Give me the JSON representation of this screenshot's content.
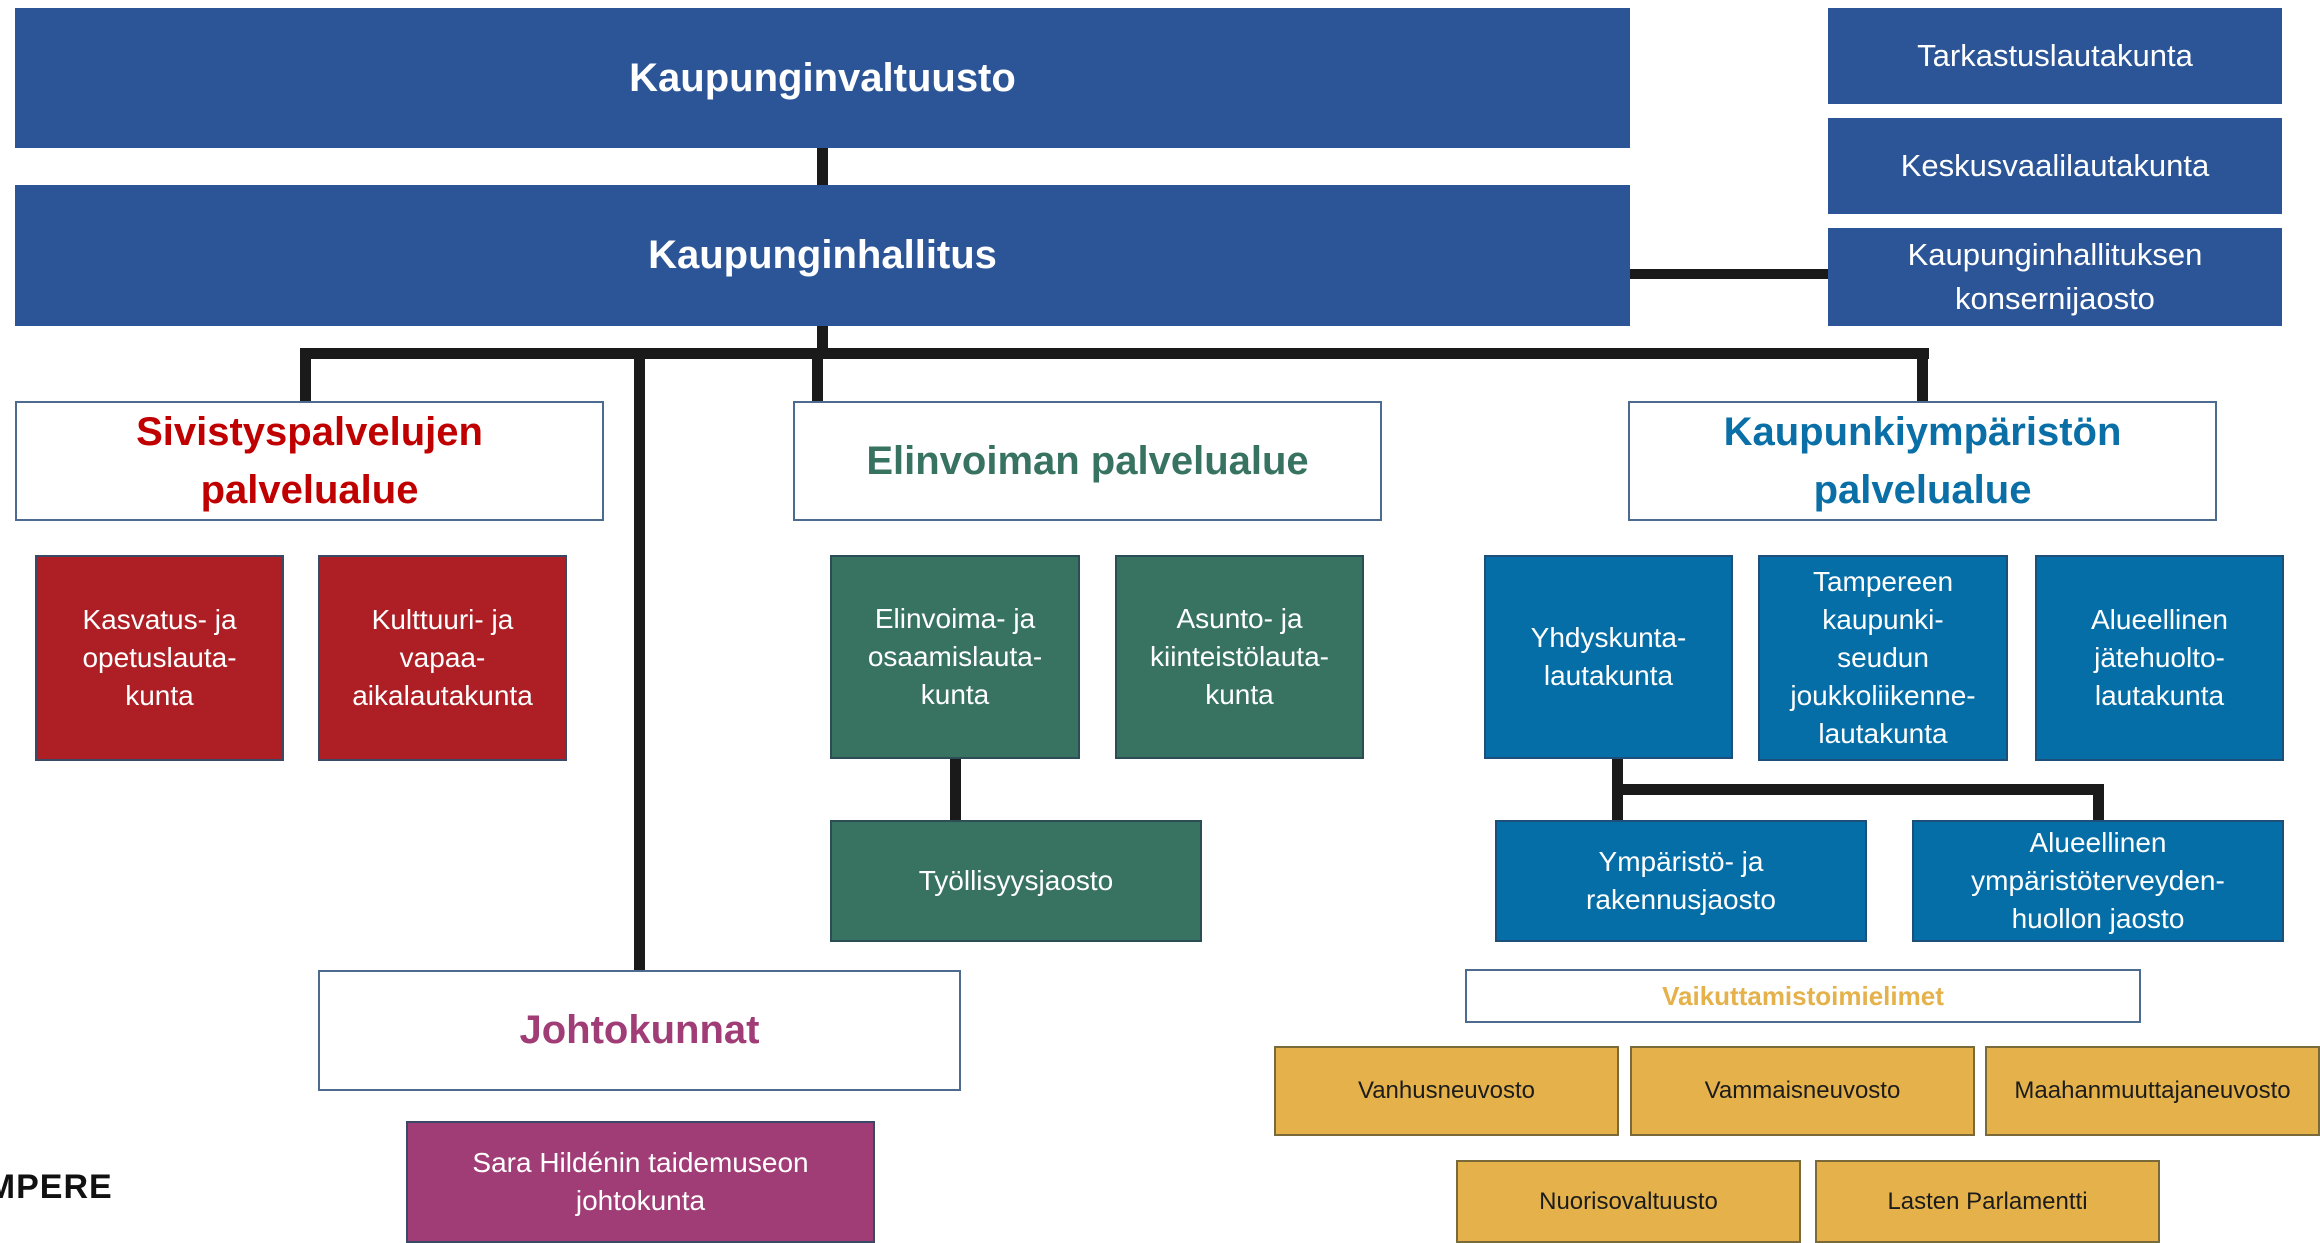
{
  "council": "Kaupunginvaltuusto",
  "board": "Kaupunginhallitus",
  "side_committees": [
    "Tarkastuslautakunta",
    "Keskusvaalilautakunta",
    "Kaupunginhallituksen\nkonsernijaosto"
  ],
  "education": {
    "title": "Sivistyspalvelujen\npalvelualue",
    "title_color": "#c00000",
    "boards": [
      "Kasvatus- ja\nopetuslauta-\nkunta",
      "Kulttuuri- ja\nvapaa-\naikalautakunta"
    ]
  },
  "vitality": {
    "title": "Elinvoiman palvelualue",
    "title_color": "#387361",
    "boards": [
      "Elinvoima- ja\nosaamislauta-\nkunta",
      "Asunto- ja\nkiinteistölauta-\nkunta"
    ],
    "subcommittee": "Työllisyysjaosto"
  },
  "environment": {
    "title": "Kaupunkiympäristön\npalvelualue",
    "title_color": "#0a6fa6",
    "boards": [
      "Yhdyskunta-\nlautakunta",
      "Tampereen\nkaupunki-\nseudun\njoukkoliikenne-\nlautakunta",
      "Alueellinen\njätehuolto-\nlautakunta"
    ],
    "subcommittees": [
      "Ympäristö- ja\nrakennusjaosto",
      "Alueellinen\nympäristöterveyden-\nhuollon jaosto"
    ]
  },
  "directorates": {
    "title": "Johtokunnat",
    "title_color": "#a03d76",
    "items": [
      "Sara Hildénin taidemuseon\njohtokunta"
    ]
  },
  "influence": {
    "title": "Vaikuttamistoimielimet",
    "title_color": "#e4b14a",
    "items": [
      "Vanhusneuvosto",
      "Vammaisneuvosto",
      "Maahanmuuttajaneuvosto",
      "Nuorisovaltuusto",
      "Lasten Parlamentti"
    ]
  },
  "logo_text": "TAMPERE",
  "colors": {
    "navy": "#2b5597",
    "red": "#ad1f24",
    "green": "#387361",
    "blue": "#056ea7",
    "purple": "#a03d76",
    "orange": "#e4b14a"
  }
}
